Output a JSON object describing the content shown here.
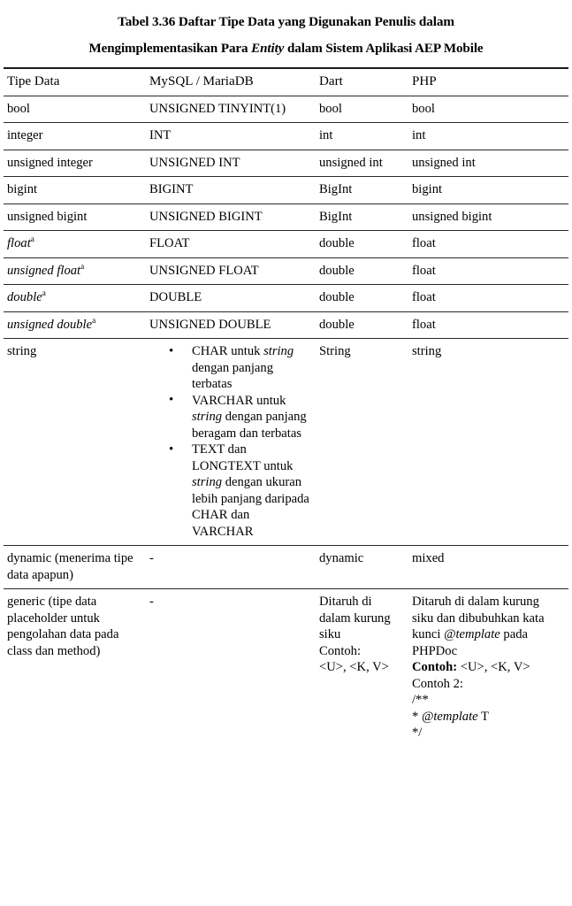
{
  "caption": {
    "line1": "Tabel 3.36 Daftar Tipe Data yang Digunakan Penulis dalam",
    "line2_a": "Mengimplementasikan Para ",
    "line2_em": "Entity",
    "line2_b": " dalam Sistem Aplikasi AEP Mobile"
  },
  "table": {
    "headers": [
      "Tipe Data",
      "MySQL / MariaDB",
      "Dart",
      "PHP"
    ],
    "rows": [
      {
        "tipe_data": "bool",
        "mysql": "UNSIGNED TINYINT(1)",
        "dart": "bool",
        "php": "bool"
      },
      {
        "tipe_data": "integer",
        "mysql": "INT",
        "dart": "int",
        "php": "int"
      },
      {
        "tipe_data": "unsigned integer",
        "mysql": "UNSIGNED INT",
        "dart": "unsigned int",
        "php": "unsigned int"
      },
      {
        "tipe_data": "bigint",
        "mysql": "BIGINT",
        "dart": "BigInt",
        "php": "bigint"
      },
      {
        "tipe_data": "unsigned bigint",
        "mysql": "UNSIGNED BIGINT",
        "dart": "BigInt",
        "php": "unsigned bigint"
      },
      {
        "tipe_data": "float",
        "tipe_data_italic": true,
        "tipe_data_sup": "a",
        "mysql": "FLOAT",
        "dart": "double",
        "php": "float"
      },
      {
        "tipe_data": "unsigned float",
        "tipe_data_italic": true,
        "tipe_data_sup": "a",
        "mysql": "UNSIGNED FLOAT",
        "dart": "double",
        "php": "float"
      },
      {
        "tipe_data": "double",
        "tipe_data_italic": true,
        "tipe_data_sup": "a",
        "mysql": "DOUBLE",
        "dart": "double",
        "php": "float"
      },
      {
        "tipe_data": "unsigned double",
        "tipe_data_italic": true,
        "tipe_data_sup": "a",
        "mysql": "UNSIGNED DOUBLE",
        "dart": "double",
        "php": "float"
      },
      {
        "tipe_data": "string",
        "mysql_bullets": [
          {
            "pre": "CHAR untuk ",
            "em": "string",
            "post": " dengan panjang terbatas"
          },
          {
            "pre": "VARCHAR untuk ",
            "em": "string",
            "post": " dengan panjang beragam dan terbatas"
          },
          {
            "pre": "TEXT dan LONGTEXT untuk ",
            "em": "string",
            "post": " dengan ukuran lebih panjang daripada CHAR dan VARCHAR"
          }
        ],
        "dart": "String",
        "php": "string"
      },
      {
        "tipe_data": "dynamic (menerima tipe data apapun)",
        "mysql": "-",
        "dart": "dynamic",
        "php": "mixed"
      },
      {
        "tipe_data": "generic (tipe data placeholder untuk pengolahan data pada class dan method)",
        "mysql": "-",
        "dart_lines": [
          "Ditaruh di dalam kurung siku",
          "Contoh:",
          "<U>, <K, V>"
        ],
        "php_parts": {
          "p1": "Ditaruh di dalam kurung siku dan dibubuhkan kata kunci ",
          "p2_em": "@template",
          "p3": " pada PHPDoc",
          "contoh_label": "Contoh:",
          "contoh_value": " <U>, <K, V>",
          "contoh2_label": "Contoh 2:",
          "code_l1": "/**",
          "code_l2": " * @template T",
          "code_l2_pre": " * ",
          "code_l2_em": "@template",
          "code_l2_post": " T",
          "code_l3": " */"
        }
      }
    ]
  }
}
